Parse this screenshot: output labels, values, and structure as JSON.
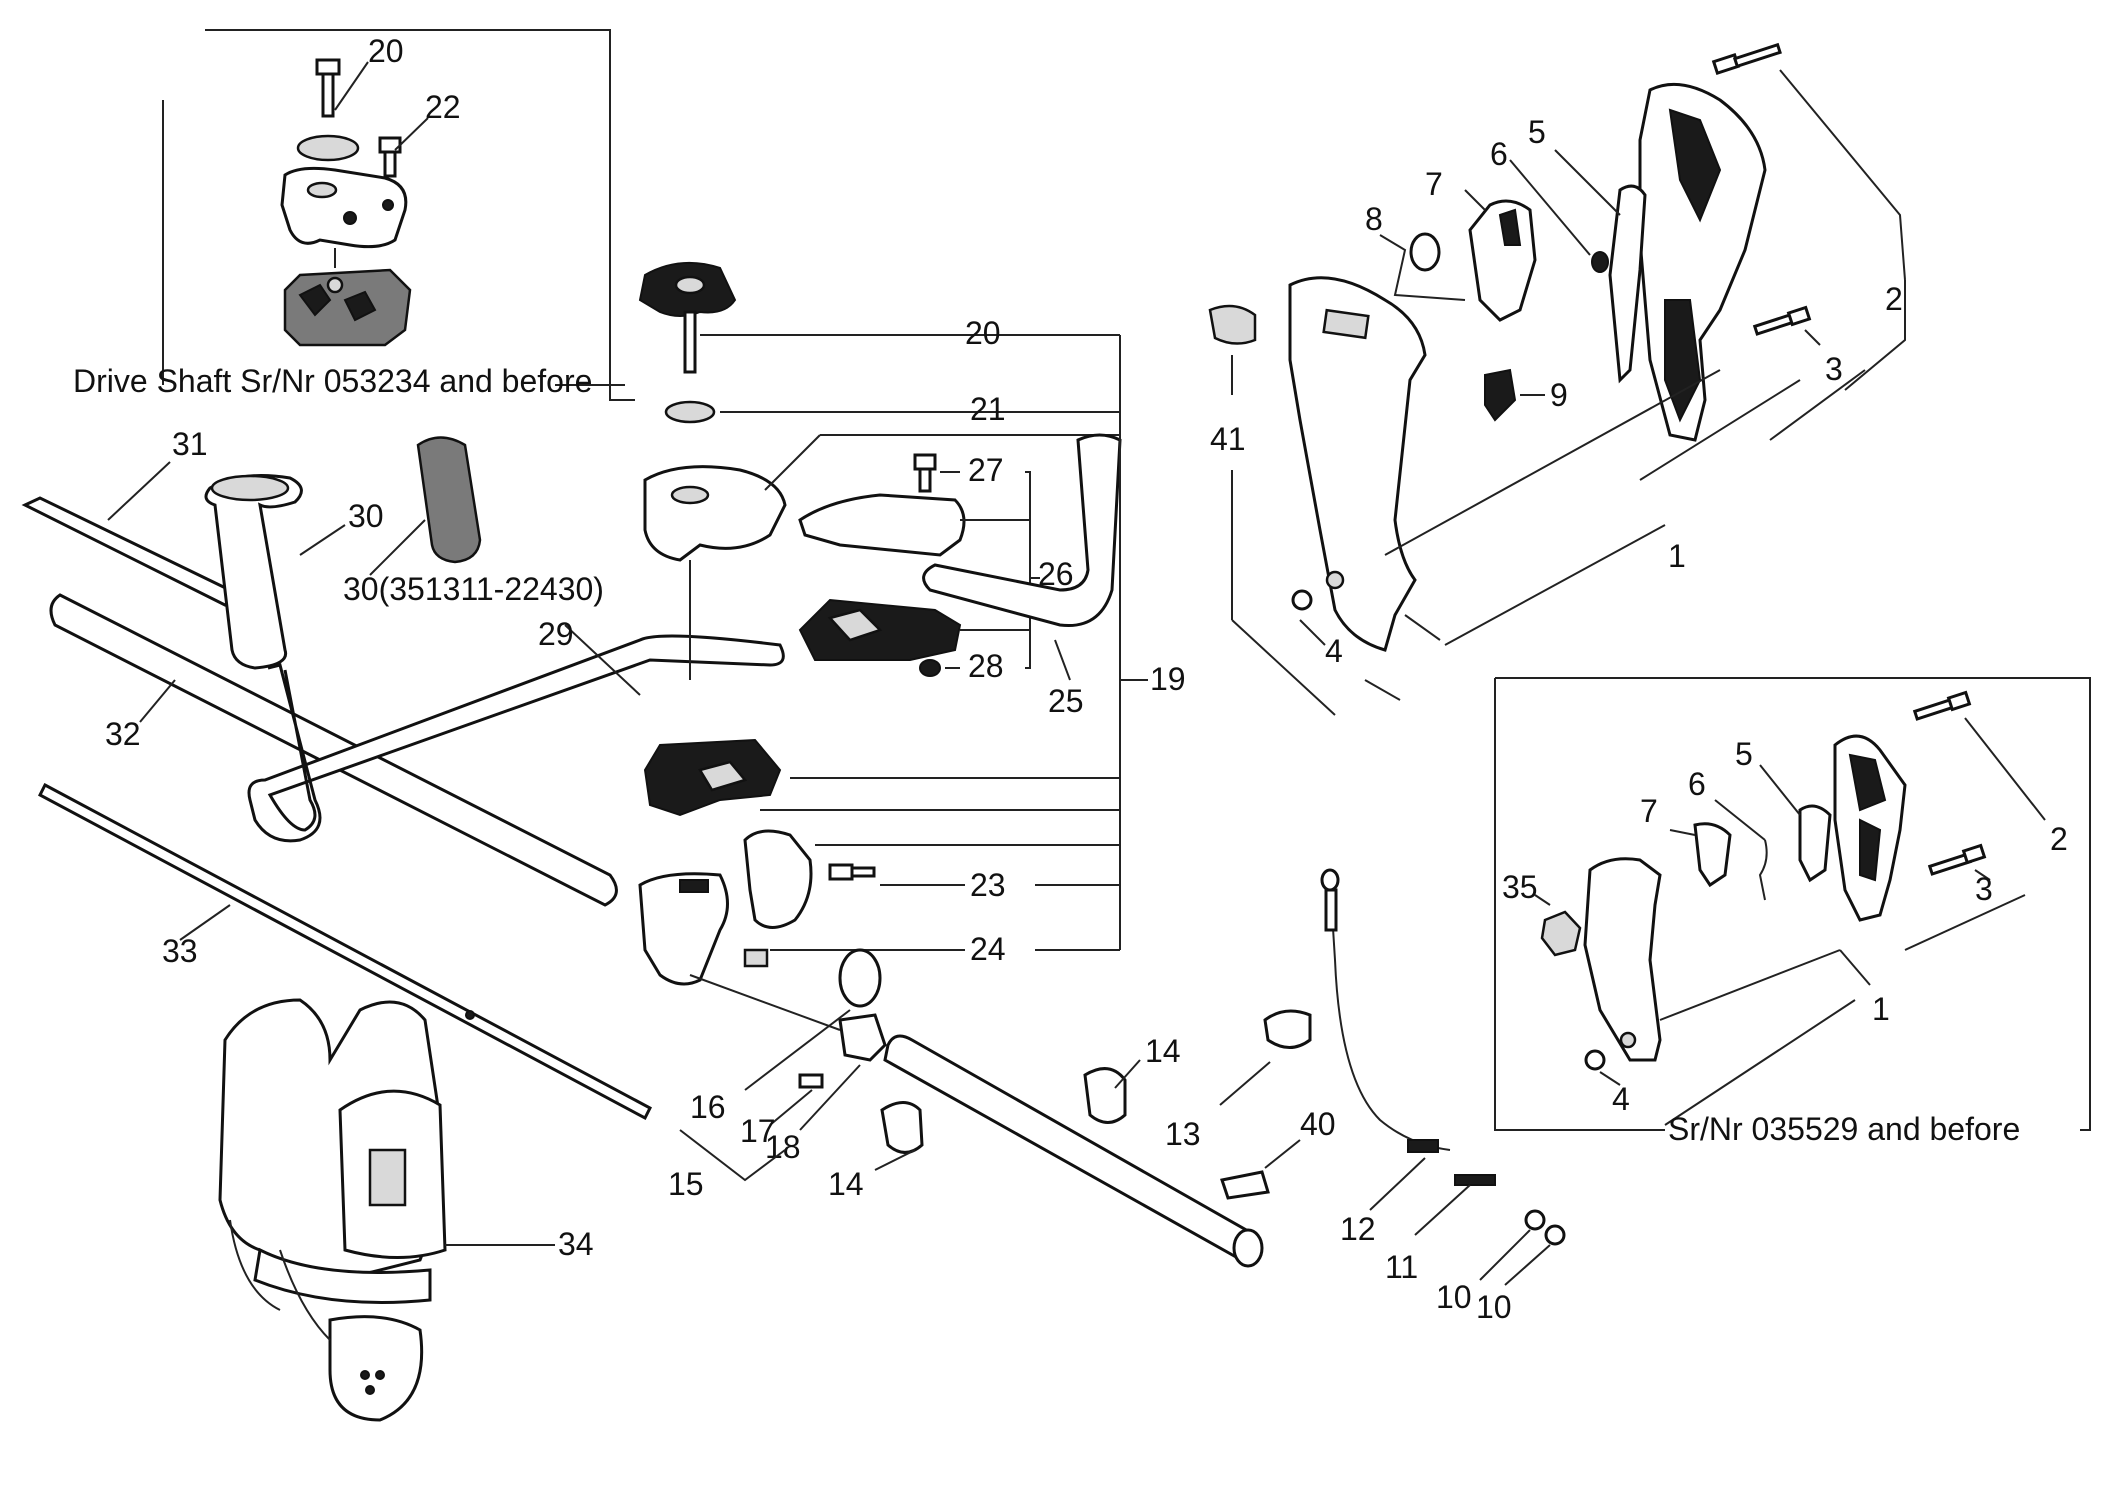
{
  "captions": {
    "drive_shaft_note": "Drive Shaft Sr/Nr 053234 and before",
    "serial_note": "Sr/Nr 035529 and before",
    "grip_alt_part": "30(351311-22430)"
  },
  "labels": {
    "l1a": "1",
    "l1b": "1",
    "l2a": "2",
    "l2b": "2",
    "l3a": "3",
    "l3b": "3",
    "l4a": "4",
    "l4b": "4",
    "l5a": "5",
    "l5b": "5",
    "l6a": "6",
    "l6b": "6",
    "l7a": "7",
    "l7b": "7",
    "l8": "8",
    "l9": "9",
    "l10a": "10",
    "l10b": "10",
    "l11": "11",
    "l12": "12",
    "l13": "13",
    "l14a": "14",
    "l14b": "14",
    "l15": "15",
    "l16": "16",
    "l17": "17",
    "l18": "18",
    "l19": "19",
    "l20a": "20",
    "l20b": "20",
    "l21": "21",
    "l22": "22",
    "l23": "23",
    "l24": "24",
    "l25": "25",
    "l26": "26",
    "l27": "27",
    "l28": "28",
    "l29": "29",
    "l30": "30",
    "l31": "31",
    "l32": "32",
    "l33": "33",
    "l34": "34",
    "l35": "35",
    "l40": "40",
    "l41": "41"
  }
}
